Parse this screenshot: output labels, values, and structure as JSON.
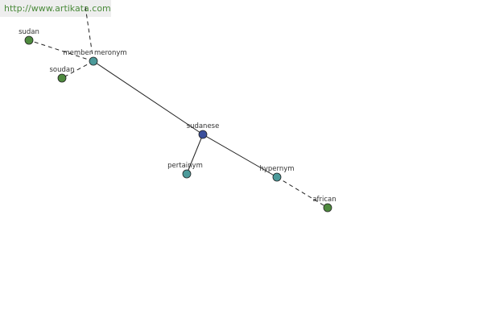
{
  "watermark": "http://www.artikata.com",
  "nodes": {
    "sudanese": {
      "label": "sudanese",
      "color": "#3b4f9b"
    },
    "member_meronym": {
      "label": "member meronym",
      "color": "#4c9a9a"
    },
    "pertainym": {
      "label": "pertainym",
      "color": "#4c9a9a"
    },
    "hypernym": {
      "label": "hypernym",
      "color": "#4c9a9a"
    },
    "sudan": {
      "label": "sudan",
      "color": "#4e8a3e"
    },
    "soudan": {
      "label": "soudan",
      "color": "#4e8a3e"
    },
    "african": {
      "label": "african",
      "color": "#4e8a3e"
    }
  }
}
